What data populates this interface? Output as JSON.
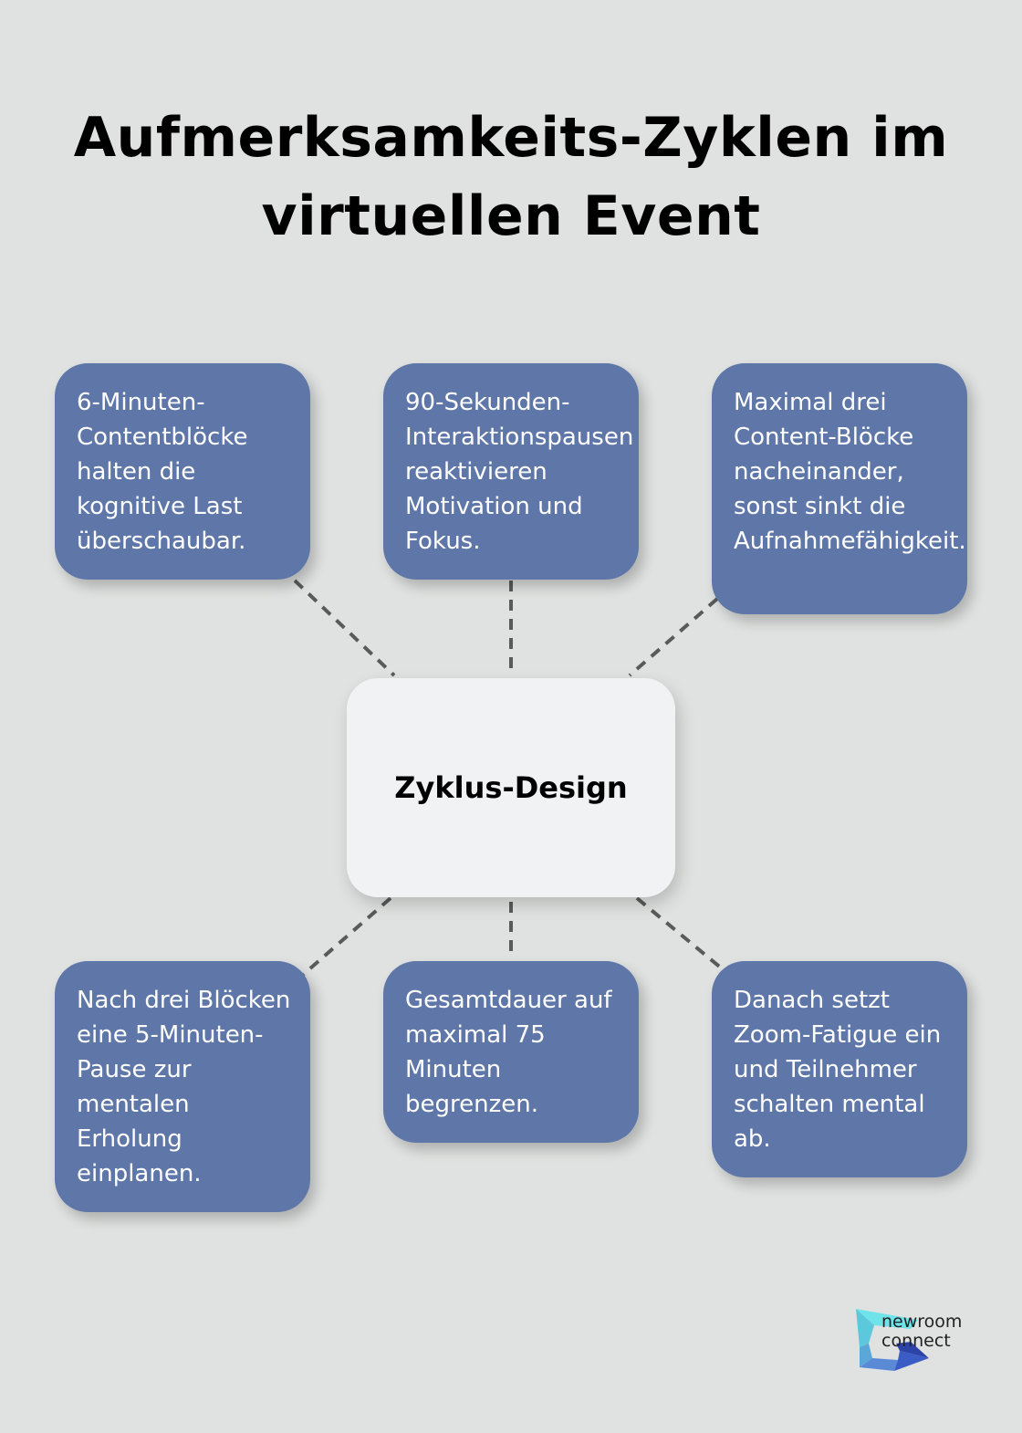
{
  "title": {
    "line1": "Aufmerksamkeits-Zyklen im",
    "line2": "virtuellen Event"
  },
  "center": {
    "label": "Zyklus-Design"
  },
  "cards": [
    {
      "text": "6-Minuten-Contentblöcke halten die kognitive Last überschaubar."
    },
    {
      "text": "90-Sekunden-Interaktionspausen reaktivieren Motivation und Fokus."
    },
    {
      "text": "Maximal drei Content-Blöcke nacheinander, sonst sinkt die Aufnahmefähigkeit."
    },
    {
      "text": "Nach drei Blöcken eine 5-Minuten-Pause zur mentalen Erholung einplanen."
    },
    {
      "text": "Gesamtdauer auf maximal 75 Minuten begrenzen."
    },
    {
      "text": "Danach setzt Zoom-Fatigue ein und Teilnehmer schalten mental ab."
    }
  ],
  "logo": {
    "line1": "newroom",
    "line2": "connect"
  },
  "colors": {
    "background": "#e0e2e1",
    "card": "#5e77a8",
    "center": "#f0f2f3",
    "connector": "#5a5a5a"
  }
}
